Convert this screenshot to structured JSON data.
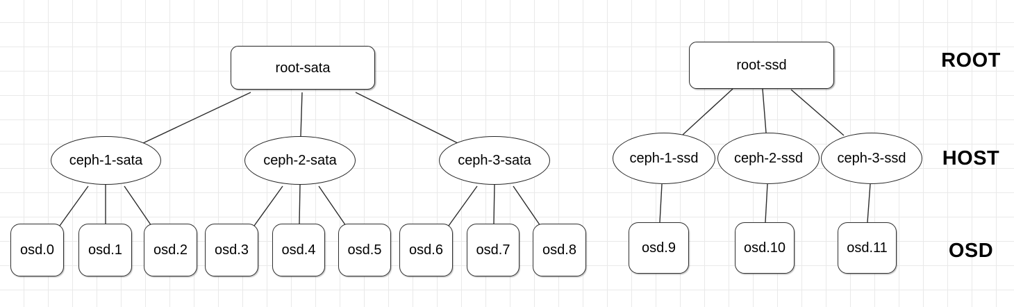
{
  "diagram": {
    "row_labels": [
      {
        "label": "ROOT"
      },
      {
        "label": "HOST"
      },
      {
        "label": "OSD"
      }
    ],
    "trees": [
      {
        "root": {
          "label": "root-sata"
        },
        "hosts": [
          {
            "label": "ceph-1-sata",
            "osds": [
              {
                "label": "osd.0"
              },
              {
                "label": "osd.1"
              },
              {
                "label": "osd.2"
              }
            ]
          },
          {
            "label": "ceph-2-sata",
            "osds": [
              {
                "label": "osd.3"
              },
              {
                "label": "osd.4"
              },
              {
                "label": "osd.5"
              }
            ]
          },
          {
            "label": "ceph-3-sata",
            "osds": [
              {
                "label": "osd.6"
              },
              {
                "label": "osd.7"
              },
              {
                "label": "osd.8"
              }
            ]
          }
        ]
      },
      {
        "root": {
          "label": "root-ssd"
        },
        "hosts": [
          {
            "label": "ceph-1-ssd",
            "osds": [
              {
                "label": "osd.9"
              }
            ]
          },
          {
            "label": "ceph-2-ssd",
            "osds": [
              {
                "label": "osd.10"
              }
            ]
          },
          {
            "label": "ceph-3-ssd",
            "osds": [
              {
                "label": "osd.11"
              }
            ]
          }
        ]
      }
    ],
    "colors": {
      "node_border": "#242424",
      "node_fill": "#ffffff",
      "edge": "#2b2b2b",
      "grid_line": "#e9e9e9",
      "background": "#ffffff",
      "text": "#000000"
    }
  }
}
